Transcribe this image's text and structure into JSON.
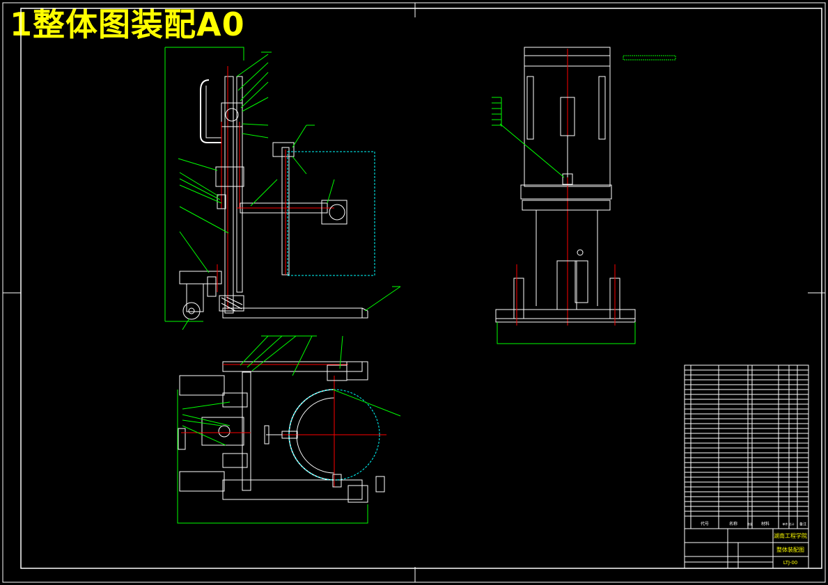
{
  "title": "1整体图装配A0",
  "title_block": {
    "school": "湖南工程学院",
    "drawing_name": "整体装配图",
    "drawing_no": "LTJ-00",
    "header_cols": [
      "代号",
      "名称",
      "数量",
      "材料",
      "单件 总计",
      "备注"
    ]
  },
  "colors": {
    "background": "#000000",
    "frame": "#ffffff",
    "title": "#ffff00",
    "leader": "#00ff00",
    "centerline": "#ff0000",
    "hidden": "#00ffff",
    "part": "#ffffff"
  }
}
